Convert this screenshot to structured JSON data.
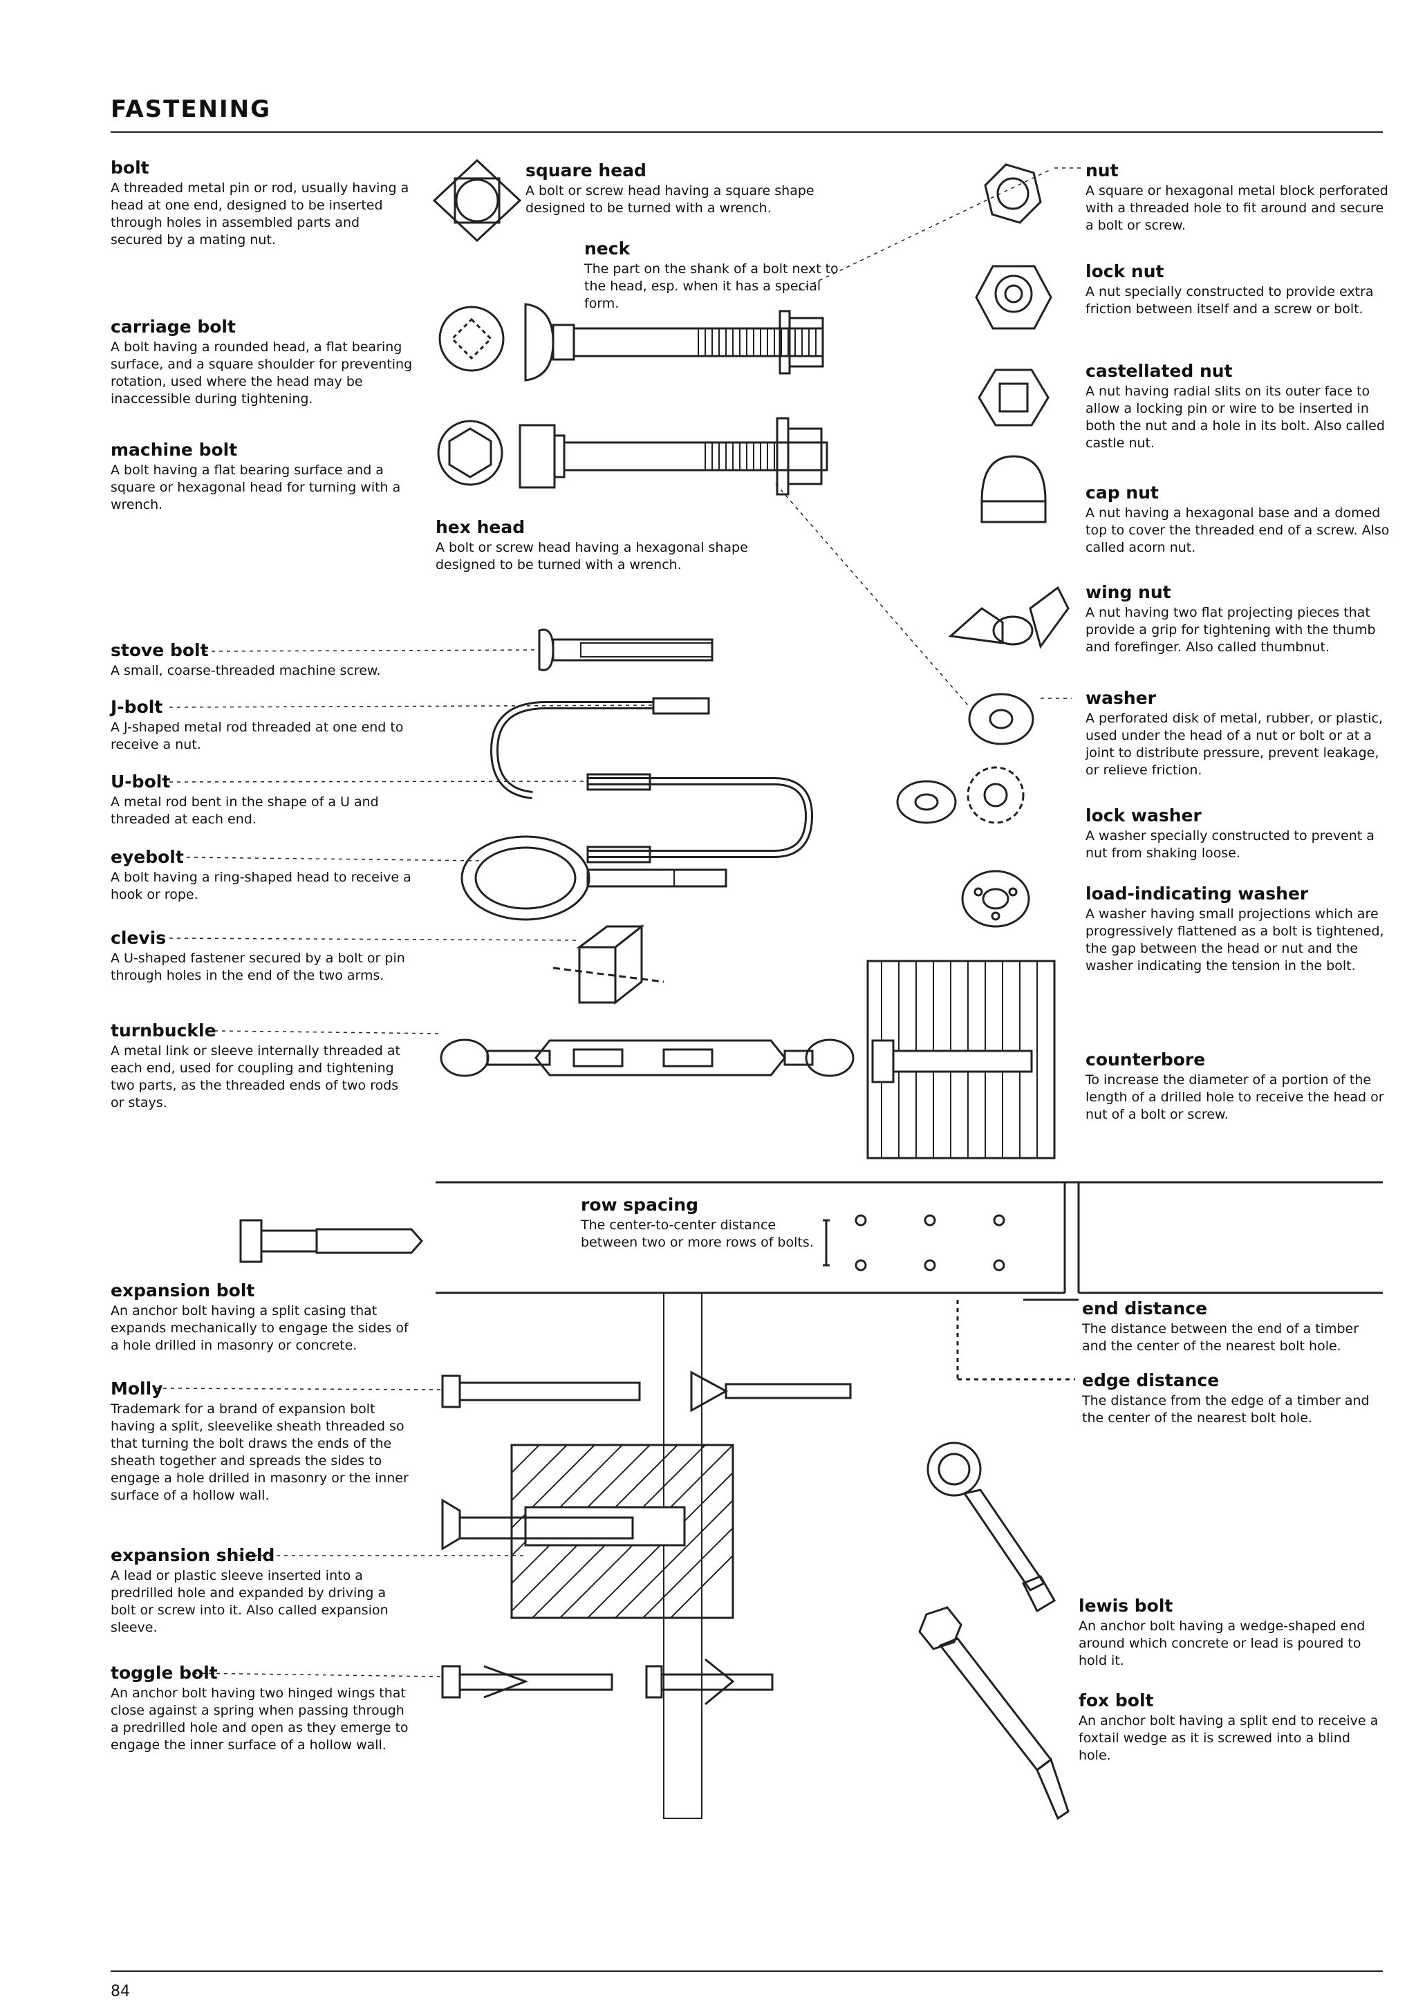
{
  "header": {
    "title": "FASTENING"
  },
  "page_number": "84",
  "entries": {
    "bolt": {
      "term": "bolt",
      "def": "A threaded metal pin or rod, usually having a head at one end, designed to be inserted through holes in assembled parts and secured by a mating nut."
    },
    "carriage_bolt": {
      "term": "carriage bolt",
      "def": "A bolt having a rounded head, a flat bearing surface, and a square shoulder for preventing rotation, used where the head may be inaccessible during tightening."
    },
    "machine_bolt": {
      "term": "machine bolt",
      "def": "A bolt having a flat bearing surface and a square or hexagonal head for turning with a wrench."
    },
    "square_head": {
      "term": "square head",
      "def": "A bolt or screw head having a square shape designed to be turned with a wrench."
    },
    "neck": {
      "term": "neck",
      "def": "The part on the shank of a bolt next to the head, esp. when it has a special form."
    },
    "hex_head": {
      "term": "hex head",
      "def": "A bolt or screw head having a hexagonal shape designed to be turned with a wrench."
    },
    "nut": {
      "term": "nut",
      "def": "A square or hexagonal metal block perforated with a threaded hole to fit around and secure a bolt or screw."
    },
    "lock_nut": {
      "term": "lock nut",
      "def": "A nut specially constructed to provide extra friction between itself and a screw or bolt."
    },
    "castellated_nut": {
      "term": "castellated nut",
      "def": "A nut having radial slits on its outer face to allow a locking pin or wire to be inserted in both the nut and a hole in its bolt. Also called castle nut."
    },
    "cap_nut": {
      "term": "cap nut",
      "def": "A nut having a hexagonal base and a domed top to cover the threaded end of a screw. Also called acorn nut."
    },
    "wing_nut": {
      "term": "wing nut",
      "def": "A nut having two flat projecting pieces that provide a grip for tightening with the thumb and forefinger. Also called thumbnut."
    },
    "washer": {
      "term": "washer",
      "def": "A perforated disk of metal, rubber, or plastic, used under the head of a nut or bolt or at a joint to distribute pressure, prevent leakage, or relieve friction."
    },
    "lock_washer": {
      "term": "lock washer",
      "def": "A washer specially constructed to prevent a nut from shaking loose."
    },
    "load_indicating_washer": {
      "term": "load-indicating washer",
      "def": "A washer having small projections which are progressively flattened as a bolt is tightened, the gap between the head or nut and the washer indicating the tension in the bolt."
    },
    "counterbore": {
      "term": "counterbore",
      "def": "To increase the diameter of a portion of the length of a drilled hole to receive the head or nut of a bolt or screw."
    },
    "stove_bolt": {
      "term": "stove bolt",
      "def": "A small, coarse-threaded machine screw."
    },
    "j_bolt": {
      "term": "J-bolt",
      "def": "A J-shaped metal rod threaded at one end to receive a nut."
    },
    "u_bolt": {
      "term": "U-bolt",
      "def": "A metal rod bent in the shape of a U and threaded at each end."
    },
    "eyebolt": {
      "term": "eyebolt",
      "def": "A bolt having a ring-shaped head to receive a hook or rope."
    },
    "clevis": {
      "term": "clevis",
      "def": "A U-shaped fastener secured by a bolt or pin through holes in the end of the two arms."
    },
    "turnbuckle": {
      "term": "turnbuckle",
      "def": "A metal link or sleeve internally threaded at each end, used for coupling and tightening two parts, as the threaded ends of two rods or stays."
    },
    "row_spacing": {
      "term": "row spacing",
      "def": "The center-to-center distance between two or more rows of bolts."
    },
    "end_distance": {
      "term": "end distance",
      "def": "The distance between the end of a timber and the center of the nearest bolt hole."
    },
    "edge_distance": {
      "term": "edge distance",
      "def": "The distance from the edge of a timber and the center of the nearest bolt hole."
    },
    "expansion_bolt": {
      "term": "expansion bolt",
      "def": "An anchor bolt having a split casing that expands mechanically to engage the sides of a hole drilled in masonry or concrete."
    },
    "molly": {
      "term": "Molly",
      "def": "Trademark for a brand of expansion bolt having a split, sleevelike sheath threaded so that turning the bolt draws the ends of the sheath together and spreads the sides to engage a hole drilled in masonry or the inner surface of a hollow wall."
    },
    "expansion_shield": {
      "term": "expansion shield",
      "def": "A lead or plastic sleeve inserted into a predrilled hole and expanded by driving a bolt or screw into it. Also called expansion sleeve."
    },
    "toggle_bolt": {
      "term": "toggle bolt",
      "def": "An anchor bolt having two hinged wings that close against a spring when passing through a predrilled hole and open as they emerge to engage the inner surface of a hollow wall."
    },
    "lewis_bolt": {
      "term": "lewis bolt",
      "def": "An anchor bolt having a wedge-shaped end around which concrete or lead is poured to hold it."
    },
    "fox_bolt": {
      "term": "fox bolt",
      "def": "An anchor bolt having a split end to receive a foxtail wedge as it is screwed into a blind hole."
    }
  }
}
